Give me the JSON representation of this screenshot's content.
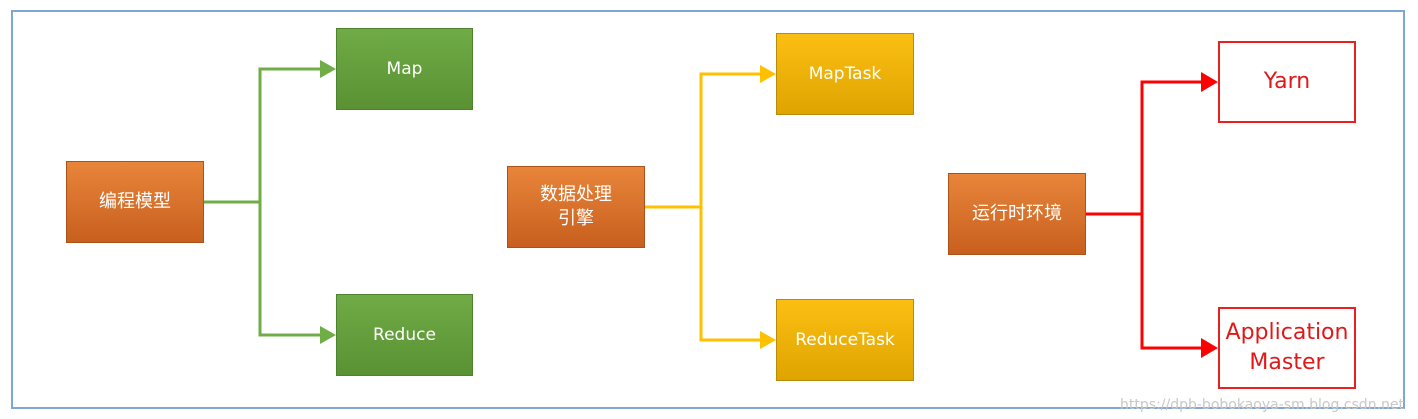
{
  "colors": {
    "frame_border": "#7ea6d6",
    "orange": "#d9702c",
    "green": "#629e3c",
    "yellow": "#f0b40a",
    "red": "#ea2020",
    "green_line": "#70ad47",
    "yellow_line": "#ffc000",
    "red_line": "#ff0000"
  },
  "groups": [
    {
      "source": "编程模型",
      "targets": [
        "Map",
        "Reduce"
      ]
    },
    {
      "source": "数据处理\n引擎",
      "targets": [
        "MapTask",
        "ReduceTask"
      ]
    },
    {
      "source": "运行时环境",
      "targets": [
        "Yarn",
        "Application\nMaster"
      ]
    }
  ],
  "watermark": "https://dpb-bobokaoya-sm.blog.csdn.net"
}
